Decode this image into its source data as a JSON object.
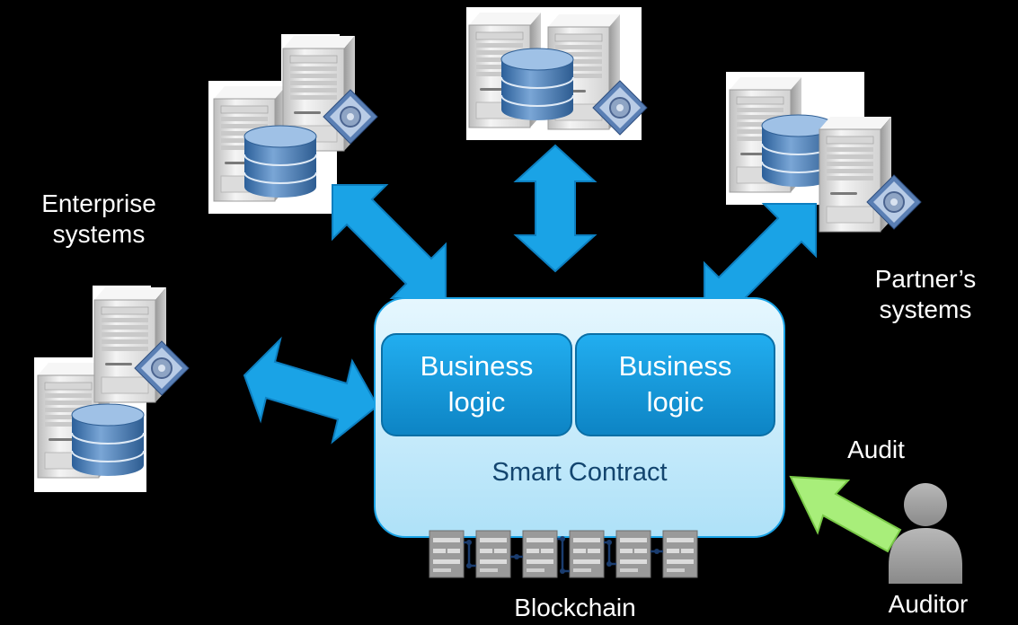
{
  "labels": {
    "enterprise_line1": "Enterprise",
    "enterprise_line2": "systems",
    "partner_line1": "Partner’s",
    "partner_line2": "systems",
    "audit": "Audit",
    "auditor": "Auditor",
    "blockchain": "Blockchain"
  },
  "contract": {
    "title": "Smart Contract",
    "logic_left_line1": "Business",
    "logic_left_line2": "logic",
    "logic_right_line1": "Business",
    "logic_right_line2": "logic"
  },
  "colors": {
    "background": "#000000",
    "arrow_blue": "#1aa3e6",
    "arrow_green": "#a8ee7a",
    "contract_fill": "#c6ecfb",
    "logic_fill": "#1396d7",
    "contract_text": "#13456f",
    "server_gray": "#e4e4e4",
    "database_blue": "#4f82bd"
  },
  "icons": {
    "server": "server-icon",
    "database": "database-icon",
    "gear_document": "gear-document-icon",
    "person": "person-icon",
    "block": "block-icon"
  }
}
